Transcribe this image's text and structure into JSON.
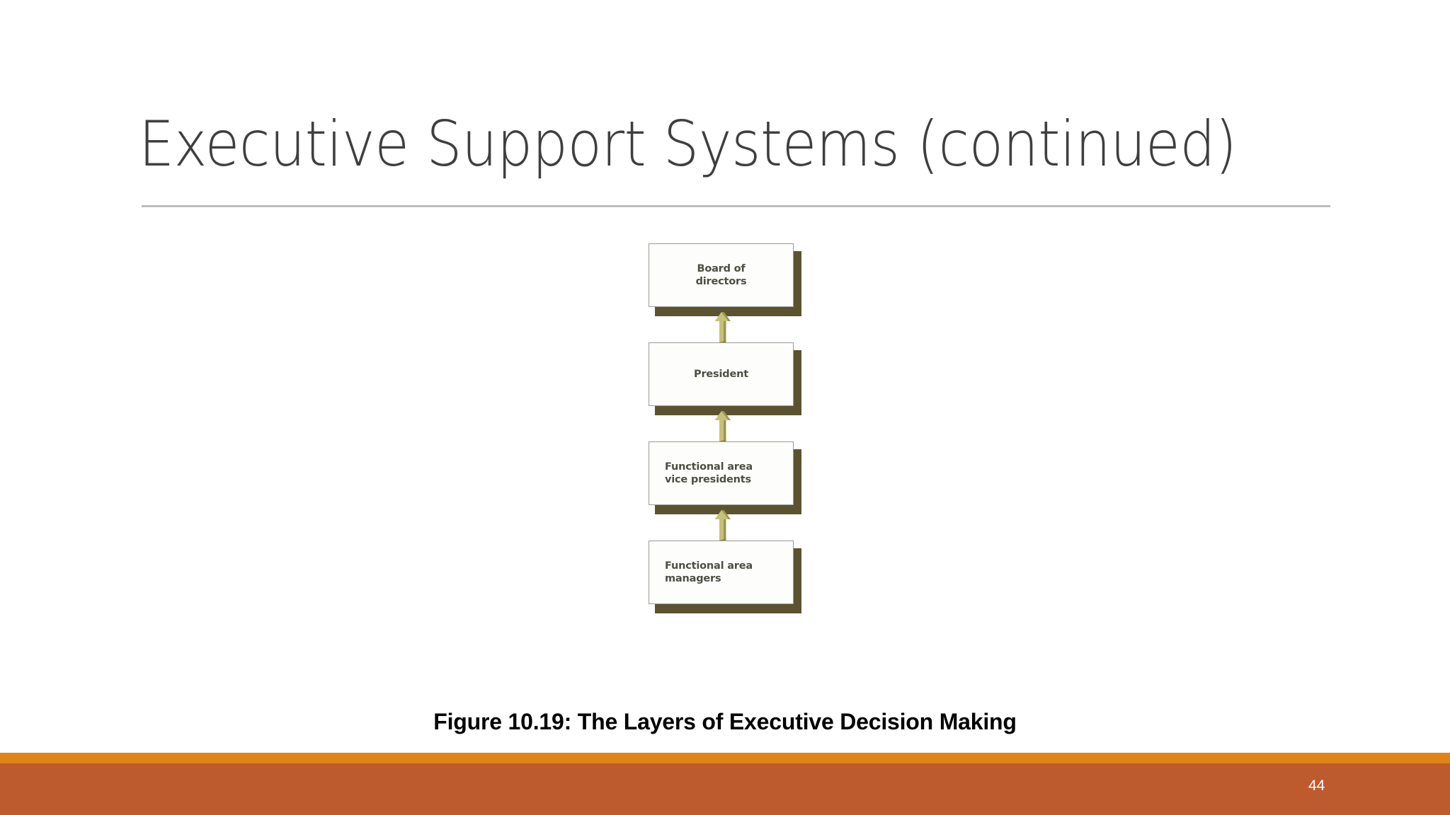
{
  "slide": {
    "title": "Executive Support Systems (continued)",
    "background_color": "#ffffff",
    "title_color": "#3f3f3f",
    "rule_color": "#a8a8a8"
  },
  "diagram": {
    "name": "layers-of-executive-decision-making",
    "orientation": "vertical-bottom-up",
    "box_fill": "#fdfdfb",
    "box_border": "#999b98",
    "box_shadow_color": "#5b5230",
    "box_text_color": "#4e4e45",
    "arrow_light": "#c6c17a",
    "arrow_dark": "#9a954f",
    "nodes": [
      {
        "label": "Board of\ndirectors",
        "line1": "Board of",
        "line2": "directors",
        "align": "center"
      },
      {
        "label": "President",
        "line1": "President",
        "line2": "",
        "align": "center"
      },
      {
        "label": "Functional area\nvice presidents",
        "line1": "Functional area",
        "line2": "vice presidents",
        "align": "left"
      },
      {
        "label": "Functional area\nmanagers",
        "line1": "Functional area",
        "line2": "managers",
        "align": "left"
      }
    ],
    "arrows": [
      {
        "from": "Functional area managers",
        "to": "Functional area vice presidents",
        "direction": "up"
      },
      {
        "from": "Functional area vice presidents",
        "to": "President",
        "direction": "up"
      },
      {
        "from": "President",
        "to": "Board of directors",
        "direction": "up"
      }
    ],
    "caption": "Figure 10.19: The Layers of Executive Decision Making"
  },
  "footer": {
    "page_number": "44",
    "strip_color": "#e18418",
    "band_color": "#be5b2e",
    "page_number_color": "#ffffff"
  }
}
